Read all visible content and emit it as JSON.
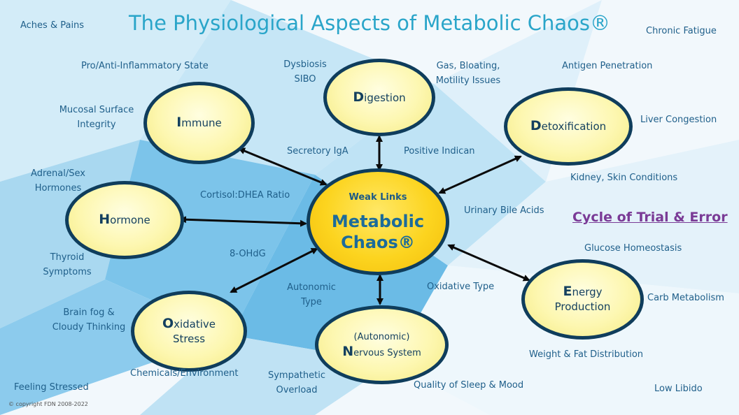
{
  "title": "The Physiological Aspects of Metabolic Chaos®",
  "center": {
    "subtitle": "Weak Links",
    "line1": "Metabolic",
    "line2": "Chaos®"
  },
  "nodes": {
    "immune": {
      "initial": "I",
      "rest": "mmune"
    },
    "digestion": {
      "initial": "D",
      "rest": "igestion"
    },
    "detox": {
      "initial": "D",
      "rest": "etoxification"
    },
    "hormone": {
      "initial": "H",
      "rest": "ormone"
    },
    "energy": {
      "initial": "E",
      "rest": "nergy",
      "line2": "Production"
    },
    "oxidative": {
      "initial": "O",
      "rest": "xidative",
      "line2": "Stress"
    },
    "nervous": {
      "line1": "(Autonomic)",
      "initial": "N",
      "rest": "ervous System"
    }
  },
  "labels": {
    "aches": "Aches & Pains",
    "chronic_fatigue": "Chronic Fatigue",
    "inflammatory": "Pro/Anti-Inflammatory State",
    "dysbiosis_1": "Dysbiosis",
    "dysbiosis_2": "SIBO",
    "gas_1": "Gas, Bloating,",
    "gas_2": "Motility Issues",
    "antigen": "Antigen Penetration",
    "mucosal_1": "Mucosal Surface",
    "mucosal_2": "Integrity",
    "liver": "Liver Congestion",
    "secretory": "Secretory IgA",
    "indican": "Positive Indican",
    "adrenal_1": "Adrenal/Sex",
    "adrenal_2": "Hormones",
    "kidney": "Kidney, Skin Conditions",
    "cortisol": "Cortisol:DHEA Ratio",
    "bile": "Urinary Bile Acids",
    "glucose": "Glucose Homeostasis",
    "ohdg": "8-OHdG",
    "thyroid_1": "Thyroid",
    "thyroid_2": "Symptoms",
    "oxidative_type": "Oxidative Type",
    "autonomic_1": "Autonomic",
    "autonomic_2": "Type",
    "carb": "Carb Metabolism",
    "brainfog_1": "Brain fog &",
    "brainfog_2": "Cloudy Thinking",
    "weight": "Weight & Fat Distribution",
    "chemicals": "Chemicals/Environment",
    "sympathetic_1": "Sympathetic",
    "sympathetic_2": "Overload",
    "sleep": "Quality of Sleep & Mood",
    "feeling_stressed": "Feeling Stressed",
    "low_libido": "Low Libido"
  },
  "cycle": "Cycle of Trial & Error",
  "copyright": "© copyright FDN 2008-2022",
  "colors": {
    "node_fill": "#fdf7b0",
    "center_fill": "#fcd41f",
    "outline": "#0f3d5c",
    "title": "#2aa5c9",
    "label": "#1f5f8a",
    "cycle": "#7a3b96"
  }
}
